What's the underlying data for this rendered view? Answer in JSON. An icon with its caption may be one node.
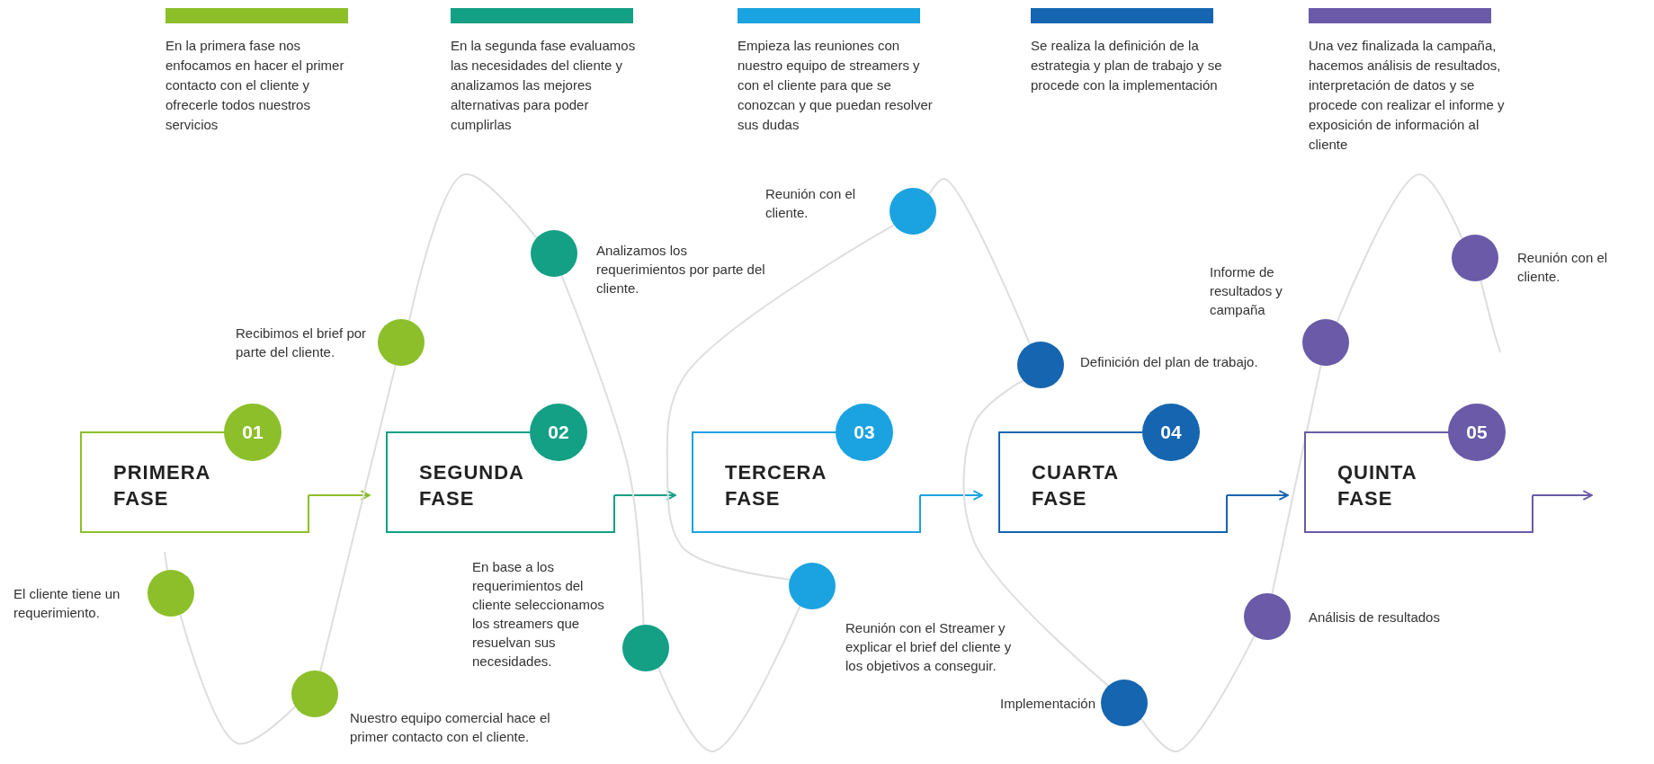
{
  "diagram": {
    "nodes": [
      {
        "text": [
          "PRIMERA FASE"
        ]
      },
      {
        "text": [
          "SEGUNDA FASE"
        ]
      },
      {
        "text": [
          "TERCERA FASE"
        ]
      },
      {
        "text": [
          "CUARTA FASE"
        ]
      },
      {
        "text": [
          "QUINTA FASE"
        ]
      },
      {
        "text": [
          "01"
        ]
      },
      {
        "text": [
          "02"
        ]
      },
      {
        "text": [
          "03"
        ]
      },
      {
        "text": [
          "04"
        ]
      },
      {
        "text": [
          "05"
        ]
      },
      {
        "text": [],
        "shape": "circle",
        "beside": [
          "El cliente tiene un requerimiento."
        ]
      },
      {
        "text": [],
        "shape": "circle",
        "beside": [
          "Nuestro equipo comercial hace el primer contacto con el cliente."
        ]
      },
      {
        "text": [],
        "shape": "circle",
        "beside": [
          "Recibimos el brief por parte del cliente."
        ]
      },
      {
        "text": [],
        "shape": "circle",
        "beside": [
          "Analizamos los requerimientos por parte del cliente."
        ]
      },
      {
        "text": [],
        "shape": "circle",
        "beside": [
          "En base a los requerimientos del cliente seleccionamos los streamers que resuelvan sus necesidades."
        ]
      },
      {
        "text": [],
        "shape": "circle",
        "beside": [
          "Reunión con el Streamer y explicar el brief del cliente y los objetivos a conseguir."
        ]
      },
      {
        "text": [],
        "shape": "circle",
        "beside": [
          "Reunión con el cliente."
        ]
      },
      {
        "text": [],
        "shape": "circle",
        "beside": [
          "Definición del plan de trabajo."
        ]
      },
      {
        "text": [],
        "shape": "circle",
        "beside": [
          "Implementación"
        ]
      },
      {
        "text": [],
        "shape": "circle",
        "beside": [
          "Análisis de resultados"
        ]
      },
      {
        "text": [],
        "shape": "circle",
        "beside": [
          "Informe de resultados y campaña"
        ]
      },
      {
        "text": [],
        "shape": "circle",
        "beside": [
          "Reunión con el cliente."
        ]
      }
    ],
    "edges": [
      {
        "from": 0,
        "to": 1,
        "arrow": "to",
        "color": "#8cbf2a"
      },
      {
        "from": 1,
        "to": 2,
        "arrow": "to",
        "color": "#13a085"
      },
      {
        "from": 2,
        "to": 3,
        "arrow": "to",
        "color": "#1aa3e0"
      },
      {
        "from": 3,
        "to": 4,
        "arrow": "to",
        "color": "#1565b0"
      },
      {
        "from": 4,
        "to": null,
        "arrow": "to",
        "color": "#6a5aa8"
      },
      {
        "from": 10,
        "to": 11,
        "arrow": "none"
      },
      {
        "from": 11,
        "to": 12,
        "arrow": "none"
      },
      {
        "from": 12,
        "to": 13,
        "arrow": "none"
      },
      {
        "from": 13,
        "to": 14,
        "arrow": "none"
      },
      {
        "from": 14,
        "to": 15,
        "arrow": "none"
      },
      {
        "from": 15,
        "to": 16,
        "arrow": "none"
      },
      {
        "from": 16,
        "to": 17,
        "arrow": "none"
      },
      {
        "from": 17,
        "to": 18,
        "arrow": "none"
      },
      {
        "from": 18,
        "to": 19,
        "arrow": "none"
      },
      {
        "from": 19,
        "to": 20,
        "arrow": "none"
      },
      {
        "from": 20,
        "to": 21,
        "arrow": "none"
      },
      {
        "from": null,
        "to": 10,
        "arrow": "none"
      },
      {
        "from": 21,
        "to": null,
        "arrow": "none"
      }
    ],
    "labels": [
      "En la primera fase nos enfocamos en hacer el primer contacto con el cliente y ofrecerle todos nuestros servicios",
      "En la segunda fase evaluamos las necesidades del cliente y analizamos las mejores alternativas para poder cumplirlas",
      "Empieza las reuniones con nuestro equipo de streamers y con el cliente para que se conozcan y que puedan resolver sus dudas",
      "Se realiza la definición de la estrategia y plan de trabajo y se procede con la implementación",
      "Una vez finalizada la campaña, hacemos análisis de resultados, interpretación de datos y se procede con realizar el informe y exposición de información al cliente"
    ]
  }
}
